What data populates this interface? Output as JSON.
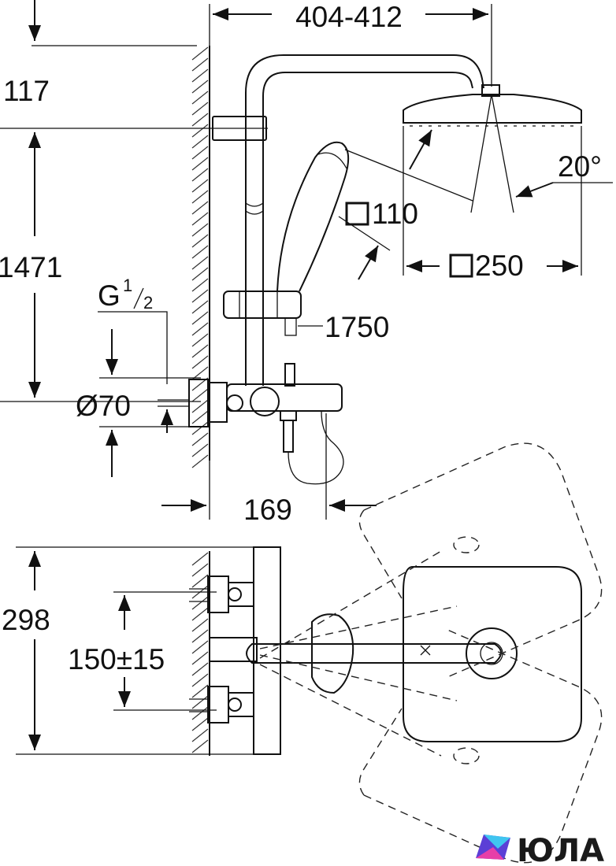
{
  "dimensions": {
    "top_width": "404-412",
    "top_offset": "117",
    "height_1471": "1471",
    "thread_label": "G",
    "thread_fraction_num": "1",
    "thread_fraction_den": "2",
    "diameter_70": "Ø70",
    "square_110": "110",
    "square_250": "250",
    "hose_1750": "1750",
    "angle_20": "20°",
    "projection_169": "169",
    "height_298": "298",
    "spacing_150": "150±15"
  },
  "watermark": {
    "brand_text": "ЮЛА",
    "logo_icon": "yula-logo-icon"
  }
}
